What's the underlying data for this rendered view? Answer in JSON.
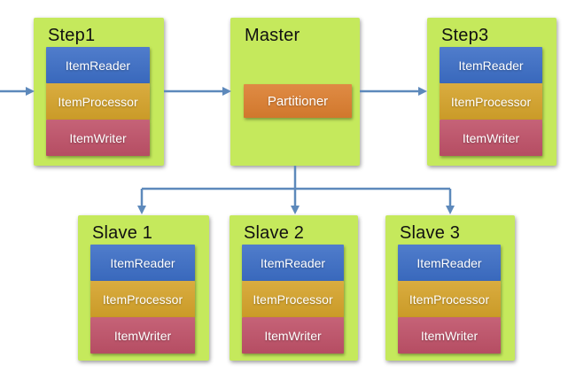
{
  "diagram": {
    "type": "flow-diagram",
    "description_visible_text_only": true
  },
  "colors": {
    "box_green": "#c5e95c",
    "reader_blue": "#3c6ec6",
    "processor_gold": "#d5a32a",
    "writer_rose": "#bf5168",
    "partitioner_orange": "#dc7e2f",
    "arrow_blue": "#5d89bb",
    "title_text": "#111111",
    "bar_text": "#ffffff"
  },
  "nodes": [
    {
      "id": "step1",
      "title": "Step1",
      "components": [
        "ItemReader",
        "ItemProcessor",
        "ItemWriter"
      ]
    },
    {
      "id": "master",
      "title": "Master",
      "components": [
        "Partitioner"
      ]
    },
    {
      "id": "step3",
      "title": "Step3",
      "components": [
        "ItemReader",
        "ItemProcessor",
        "ItemWriter"
      ]
    },
    {
      "id": "slave1",
      "title": "Slave 1",
      "components": [
        "ItemReader",
        "ItemProcessor",
        "ItemWriter"
      ]
    },
    {
      "id": "slave2",
      "title": "Slave 2",
      "components": [
        "ItemReader",
        "ItemProcessor",
        "ItemWriter"
      ]
    },
    {
      "id": "slave3",
      "title": "Slave 3",
      "components": [
        "ItemReader",
        "ItemProcessor",
        "ItemWriter"
      ]
    }
  ],
  "edges": [
    {
      "from": "offscreen-left",
      "to": "step1"
    },
    {
      "from": "step1",
      "to": "master"
    },
    {
      "from": "master",
      "to": "step3"
    },
    {
      "from": "master",
      "to": "slave1"
    },
    {
      "from": "master",
      "to": "slave2"
    },
    {
      "from": "master",
      "to": "slave3"
    }
  ]
}
